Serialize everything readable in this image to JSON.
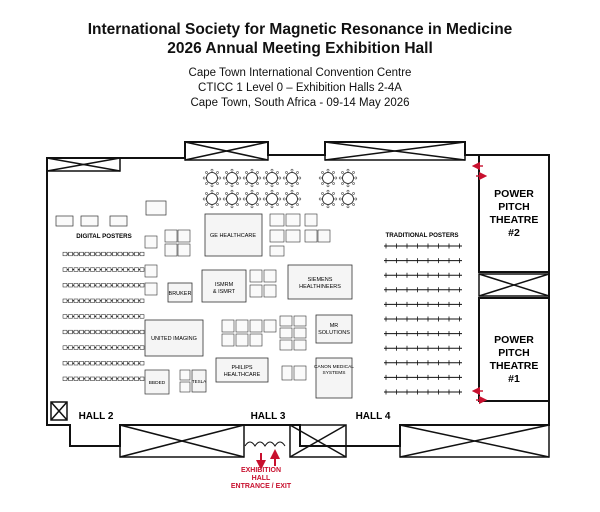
{
  "header": {
    "title_line1": "International Society for Magnetic Resonance in Medicine",
    "title_line2": "2026 Annual Meeting Exhibition Hall",
    "venue": "Cape Town International Convention Centre",
    "location": "CTICC 1 Level 0 – Exhibition Halls 2-4A",
    "city_dates": "Cape Town, South Africa -  09-14 May 2026"
  },
  "halls": {
    "hall2": "HALL 2",
    "hall3": "HALL 3",
    "hall4": "HALL 4"
  },
  "sections": {
    "digital_posters": "DIGITAL POSTERS",
    "traditional_posters": "TRADITIONAL POSTERS"
  },
  "theatres": {
    "t2": [
      "POWER",
      "PITCH",
      "THEATRE",
      "#2"
    ],
    "t1": [
      "POWER",
      "PITCH",
      "THEATRE",
      "#1"
    ]
  },
  "entrance": [
    "EXHIBITION",
    "HALL",
    "ENTRANCE / EXIT"
  ],
  "booths": {
    "ge": "GE HEALTHCARE",
    "siemens": [
      "SIEMENS",
      "HEALTHINEERS"
    ],
    "bruker": "BRUKER",
    "ismrm": [
      "ISMRM",
      "& ISMRT"
    ],
    "united": "UNITED IMAGING",
    "philips": [
      "PHILIPS",
      "HEALTHCARE"
    ],
    "mr": [
      "MR",
      "SOLUTIONS"
    ],
    "canon": [
      "CANON MEDICAL",
      "SYSTEMS"
    ],
    "tesla": "TESLA",
    "bbded": "BBDED"
  },
  "colors": {
    "accent_red": "#c8102e",
    "line": "#111111",
    "booth_fill": "#f5f5f5"
  }
}
